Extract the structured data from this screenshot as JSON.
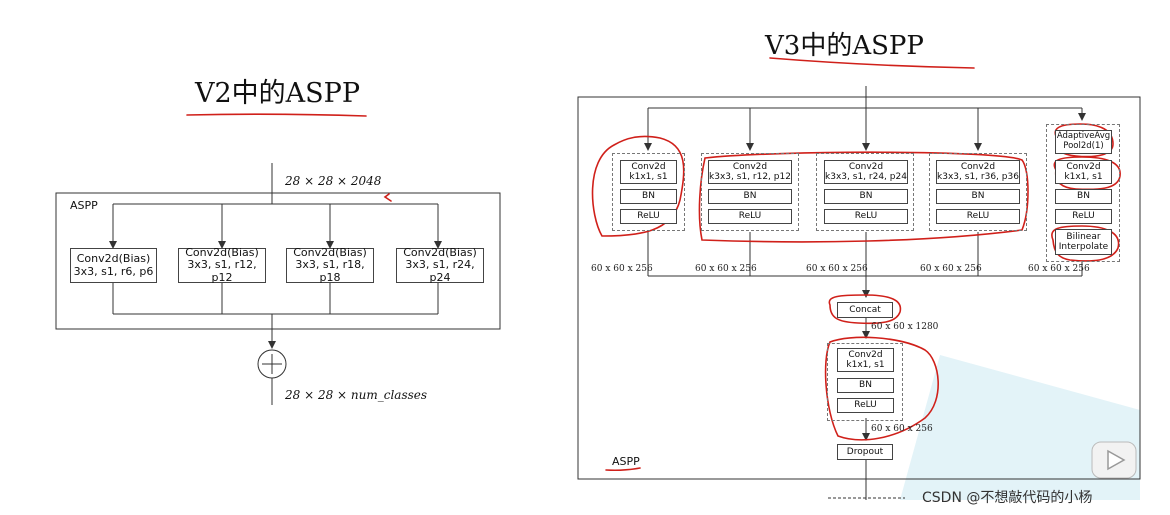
{
  "v2": {
    "title": "V2中的ASPP",
    "input_label": "28 × 28 × 2048",
    "output_label": "28 × 28 × num_classes",
    "aspp_label": "ASPP",
    "branches": [
      {
        "line1": "Conv2d(Bias)",
        "line2": "3x3, s1, r6, p6"
      },
      {
        "line1": "Conv2d(Bias)",
        "line2": "3x3, s1, r12, p12"
      },
      {
        "line1": "Conv2d(Bias)",
        "line2": "3x3, s1, r18, p18"
      },
      {
        "line1": "Conv2d(Bias)",
        "line2": "3x3, s1, r24, p24"
      }
    ]
  },
  "v3": {
    "title": "V3中的ASPP",
    "aspp_label": "ASPP",
    "branches": [
      {
        "conv1": "Conv2d",
        "conv2": "k1x1, s1",
        "bn": "BN",
        "relu": "ReLU",
        "out": "60 x 60 x 256"
      },
      {
        "conv1": "Conv2d",
        "conv2": "k3x3, s1, r12, p12",
        "bn": "BN",
        "relu": "ReLU",
        "out": "60 x 60 x 256"
      },
      {
        "conv1": "Conv2d",
        "conv2": "k3x3, s1, r24, p24",
        "bn": "BN",
        "relu": "ReLU",
        "out": "60 x 60 x 256"
      },
      {
        "conv1": "Conv2d",
        "conv2": "k3x3, s1, r36, p36",
        "bn": "BN",
        "relu": "ReLU",
        "out": "60 x 60 x 256"
      }
    ],
    "pool_branch": {
      "pool1": "AdaptiveAvg",
      "pool2": "Pool2d(1)",
      "conv1": "Conv2d",
      "conv2": "k1x1, s1",
      "bn": "BN",
      "relu": "ReLU",
      "interp1": "Bilinear",
      "interp2": "Interpolate",
      "out": "60 x 60 x 256"
    },
    "concat": "Concat",
    "concat_out": "60 x 60 x 1280",
    "proj": {
      "conv1": "Conv2d",
      "conv2": "k1x1, s1",
      "bn": "BN",
      "relu": "ReLU",
      "out": "60 x 60 x 256"
    },
    "dropout": "Dropout"
  },
  "watermark": "CSDN @不想敲代码的小杨",
  "colors": {
    "annotation": "#d0201a",
    "line": "#333333",
    "play_bg": "#cfeaf2"
  }
}
